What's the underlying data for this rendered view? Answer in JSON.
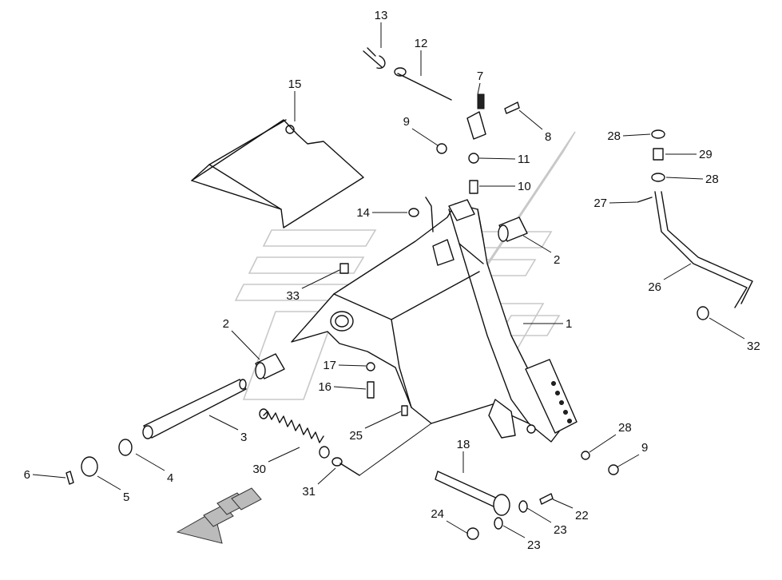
{
  "diagram": {
    "callouts": [
      "1",
      "2",
      "2",
      "3",
      "4",
      "5",
      "6",
      "7",
      "8",
      "9",
      "9",
      "10",
      "11",
      "12",
      "13",
      "14",
      "15",
      "16",
      "17",
      "18",
      "22",
      "23",
      "23",
      "24",
      "25",
      "26",
      "27",
      "28",
      "28",
      "28",
      "29",
      "30",
      "31",
      "32",
      "33"
    ]
  }
}
